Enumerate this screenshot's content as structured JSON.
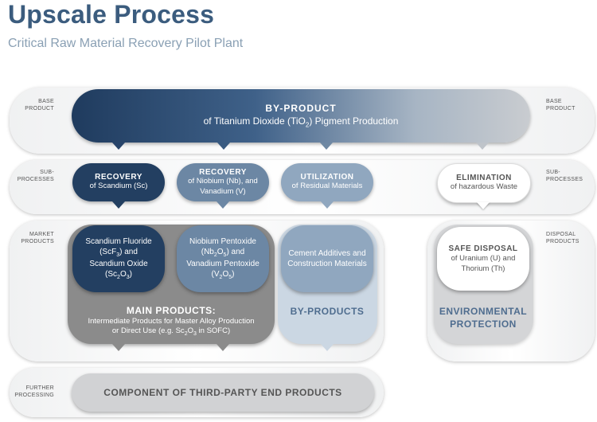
{
  "header": {
    "title": "Upscale Process",
    "subtitle": "Critical Raw Material Recovery Pilot Plant"
  },
  "row_labels": {
    "base_left": [
      "BASE",
      "PRODUCT"
    ],
    "base_right": [
      "BASE",
      "PRODUCT"
    ],
    "sub_left": [
      "SUB-",
      "PROCESSES"
    ],
    "sub_right": [
      "SUB-",
      "PROCESSES"
    ],
    "market_left": [
      "MARKET",
      "PRODUCTS"
    ],
    "disposal_right": [
      "DISPOSAL",
      "PRODUCTS"
    ],
    "further_left": [
      "FURTHER",
      "PROCESSING"
    ]
  },
  "base": {
    "title": "BY-PRODUCT",
    "text": "of Titanium Dioxide (TiO2) Pigment Production"
  },
  "sub": {
    "scandium": {
      "title": "RECOVERY",
      "text": "of Scandium (Sc)"
    },
    "niobium": {
      "title": "RECOVERY",
      "text": "of Niobium (Nb), and Vanadium (V)"
    },
    "residual": {
      "title": "UTILIZATION",
      "text": "of Residual Materials"
    },
    "waste": {
      "title": "ELIMINATION",
      "text": "of hazardous Waste"
    }
  },
  "market": {
    "scandium_products": "Scandium Fluoride (ScF3) and Scandium Oxide (Sc2O3)",
    "niobium_products": "Niobium Pentoxide (Nb2O5) and Vanadium Pentoxide (V2O5)",
    "cement": "Cement Additives and Construction Materials",
    "main_title": "MAIN PRODUCTS:",
    "main_text": "Intermediate Products for Master Alloy Production or Direct Use (e.g. Sc2O3 in SOFC)",
    "byproducts_title": "BY-PRODUCTS"
  },
  "disposal": {
    "title": "SAFE DISPOSAL",
    "text": "of Uranium (U) and Thorium (Th)",
    "env_title": "ENVIRONMENTAL PROTECTION"
  },
  "further": {
    "text": "COMPONENT OF THIRD-PARTY END PRODUCTS"
  },
  "colors": {
    "title_blue": "#3b5c7e",
    "dark_navy": "#223f60",
    "mid_blue": "#6c87a4",
    "light_blue": "#90a7bf",
    "gray": "#8b8b8b",
    "light_gray_band": "#d4d5d7"
  }
}
